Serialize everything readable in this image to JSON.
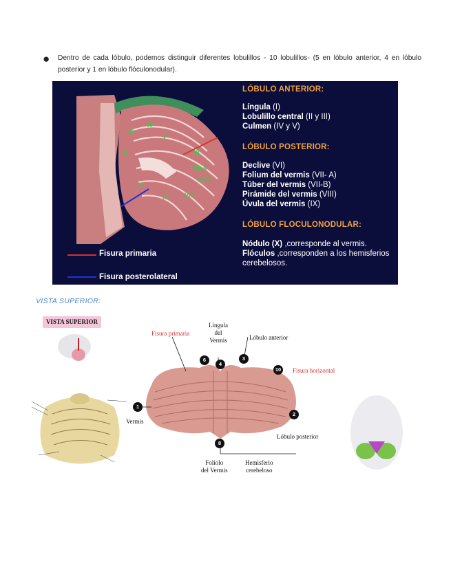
{
  "intro": {
    "bullet": "●",
    "text": "Dentro de cada lóbulo, podemos distinguir diferentes lobulillos - 10 lobulillos- (5 en lóbulo anterior, 4 en lóbulo posterior y 1 en lóbulo flóculonodular)."
  },
  "figure1": {
    "lobule_labels": [
      "III",
      "IV",
      "V",
      "II",
      "I",
      "VI",
      "VII A",
      "VII B",
      "VIII",
      "IX",
      "X"
    ],
    "anterior": {
      "heading": "LÓBULO ANTERIOR:",
      "items": [
        {
          "name": "Língula",
          "code": "(I)"
        },
        {
          "name": "Lobulillo central",
          "code": "(II y III)"
        },
        {
          "name": "Culmen",
          "code": "(IV y V)"
        }
      ]
    },
    "posterior": {
      "heading": "LÓBULO POSTERIOR:",
      "items": [
        {
          "name": "Declive",
          "code": "(VI)"
        },
        {
          "name": "Folium del vermis",
          "code": "(VII- A)"
        },
        {
          "name": "Túber del vermis",
          "code": "(VII-B)"
        },
        {
          "name": "Pirámide del vermis",
          "code": "(VIII)"
        },
        {
          "name": "Úvula del vermis",
          "code": "(IX)"
        }
      ]
    },
    "floculonodular": {
      "heading": "LÓBULO FLOCULONODULAR:",
      "line1_name": "Nódulo (X)",
      "line1_rest": " ,corresponde al vermis.",
      "line2_name": "Flóculos",
      "line2_rest": " ,corresponden a los hemisferios",
      "line3": "cerebelosos."
    },
    "legend": [
      {
        "label": "Fisura primaria",
        "color": "#d8342c"
      },
      {
        "label": "Fisura posterolateral",
        "color": "#2032d8"
      }
    ]
  },
  "vista": {
    "heading": "VISTA SUPERIOR:",
    "badge": "VISTA SUPERIOR",
    "labels": {
      "fisura_primaria": "Fisura primaria",
      "lingula": [
        "Língula",
        "del",
        "Vermis"
      ],
      "lobulo_anterior": "Lóbulo anterior",
      "fisura_horizontal": "Fisura horizontal",
      "vermis": "Vermis",
      "lobulo_posterior": "Lóbulo posterior",
      "foliolo": [
        "Foliolo",
        "del Vermis"
      ],
      "hemisferio": [
        "Hemisferio",
        "cerebeloso"
      ]
    },
    "markers": [
      "6",
      "4",
      "3",
      "10",
      "1",
      "2",
      "8"
    ]
  },
  "colors": {
    "figure_bg": "#0b0d3b",
    "heading_orange": "#f2a23a",
    "vista_blue": "#4a86c8",
    "badge_pink": "#f3c6da",
    "label_red": "#d43434"
  }
}
